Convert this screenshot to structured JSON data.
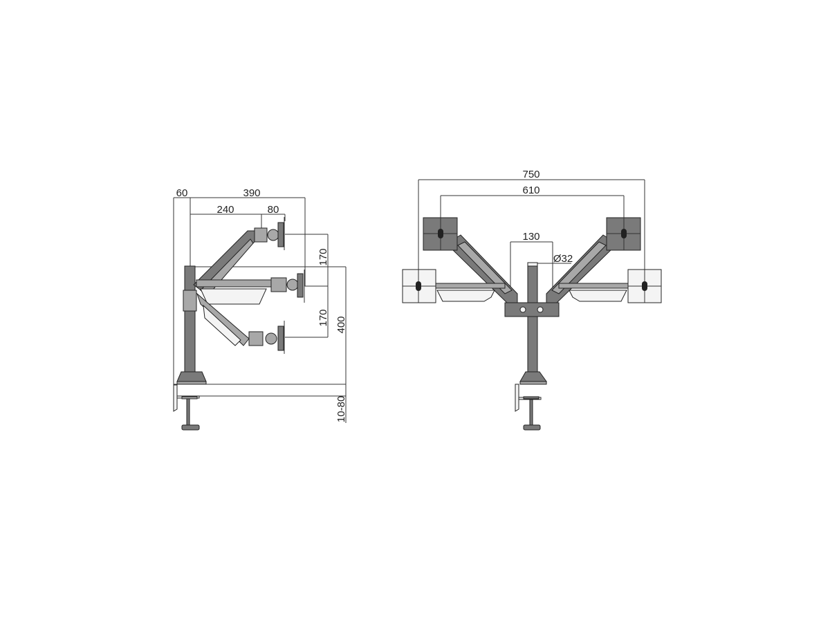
{
  "side_view": {
    "dimensions": {
      "base_offset": "60",
      "max_reach": "390",
      "arm_length": "240",
      "head_length": "80",
      "upper_height_step": "170",
      "lower_height_step": "170",
      "pole_height": "400",
      "desk_thickness": "10-80"
    }
  },
  "front_view": {
    "dimensions": {
      "outer_span": "750",
      "inner_span": "610",
      "hub_width": "130",
      "pole_diameter": "Ø32"
    }
  },
  "colors": {
    "metal": "#7a7a7a",
    "light_metal": "#a8a8a8",
    "line": "#333333"
  }
}
